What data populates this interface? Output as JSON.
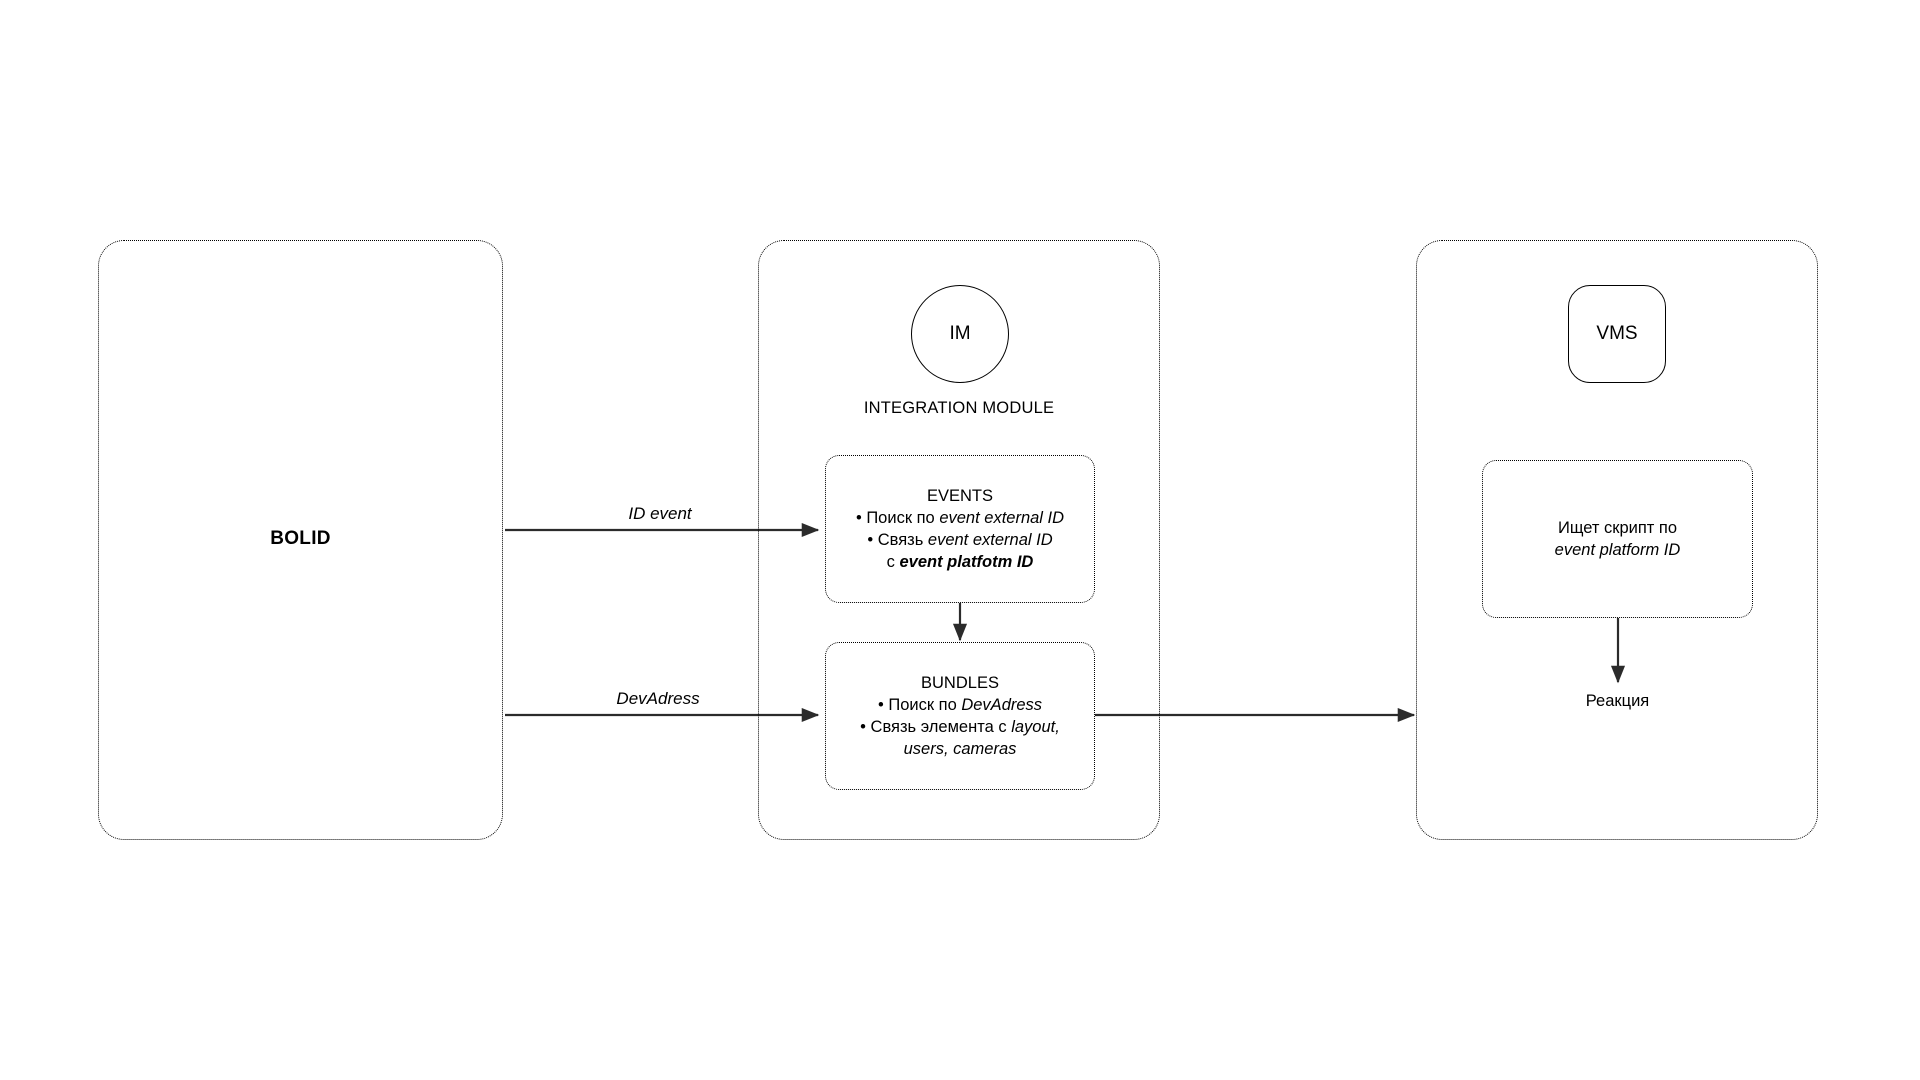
{
  "diagram": {
    "zones": [
      {
        "id": "bolid",
        "name": "BOLID"
      },
      {
        "id": "integration-module",
        "name": "INTEGRATION MODULE"
      },
      {
        "id": "vms",
        "name": "VMS"
      }
    ],
    "bolid": {
      "label": "BOLID"
    },
    "integration_module": {
      "node_label": "IM",
      "caption": "INTEGRATION MODULE",
      "events_box": {
        "title": "EVENTS",
        "lines": [
          {
            "bullet": "•",
            "prefix": "Поиск по ",
            "emphasis": "event external ID",
            "emphasis_style": "italic"
          },
          {
            "bullet": "•",
            "prefix": "Связь ",
            "emphasis": "event external ID",
            "emphasis_style": "italic"
          },
          {
            "bullet": "",
            "prefix": "с ",
            "emphasis": "event platfotm ID",
            "emphasis_style": "bold-italic"
          }
        ]
      },
      "bundles_box": {
        "title": "BUNDLES",
        "lines": [
          {
            "bullet": "•",
            "prefix": "Поиск по ",
            "emphasis": "DevAdress",
            "emphasis_style": "italic"
          },
          {
            "bullet": "•",
            "prefix": "Связь элемента с ",
            "emphasis": "layout,",
            "emphasis_style": "italic"
          },
          {
            "bullet": "",
            "prefix": "",
            "emphasis": "users, cameras",
            "emphasis_style": "italic"
          }
        ]
      }
    },
    "vms": {
      "node_label": "VMS",
      "script_box": {
        "line1": "Ищет скрипт  по",
        "line2": "event platform ID"
      },
      "reaction_label": "Реакция"
    },
    "edges": [
      {
        "id": "bolid-to-events",
        "label": "ID event",
        "from": "BOLID",
        "to": "EVENTS"
      },
      {
        "id": "bolid-to-bundles",
        "label": "DevAdress",
        "from": "BOLID",
        "to": "BUNDLES"
      },
      {
        "id": "events-to-bundles",
        "label": "",
        "from": "EVENTS",
        "to": "BUNDLES"
      },
      {
        "id": "bundles-to-vms",
        "label": "",
        "from": "BUNDLES",
        "to": "VMS"
      },
      {
        "id": "script-to-reaction",
        "label": "",
        "from": "script-box",
        "to": "Реакция"
      }
    ],
    "colors": {
      "stroke": "#000000",
      "background": "#ffffff"
    }
  }
}
